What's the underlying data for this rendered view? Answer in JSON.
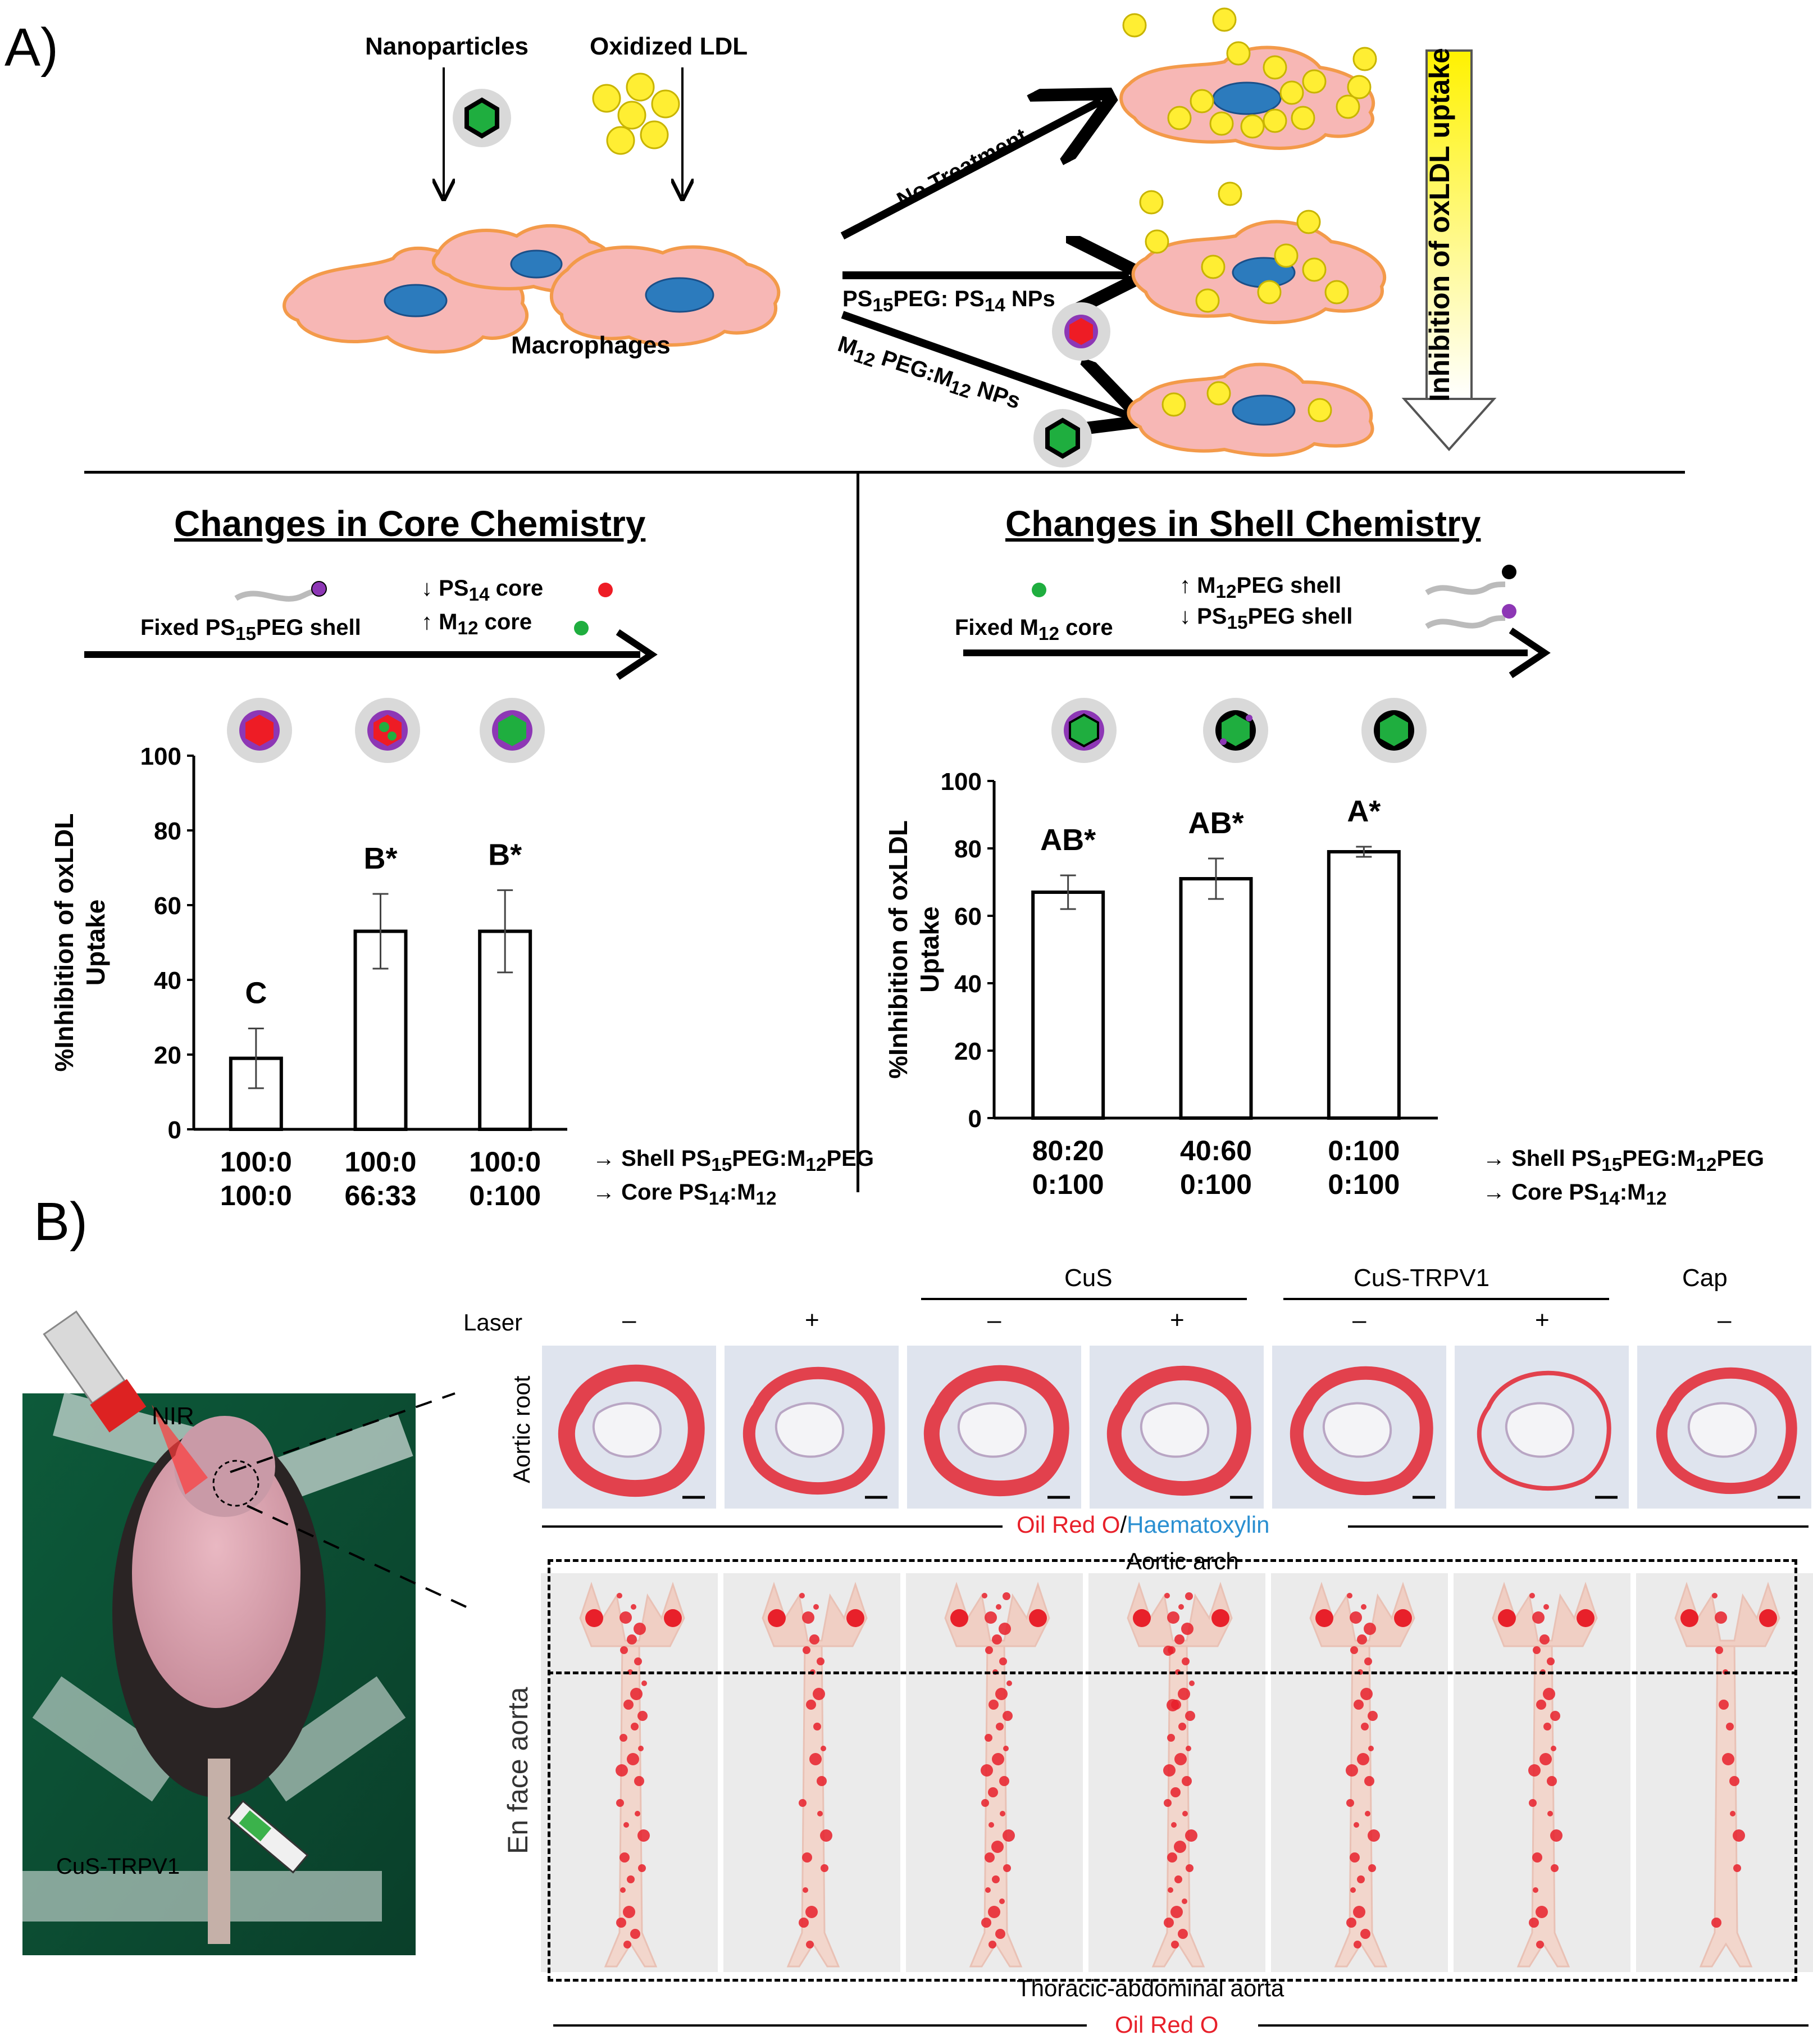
{
  "panel_a": {
    "label": "A)",
    "schematic": {
      "nanoparticles_label": "Nanoparticles",
      "oxldl_label": "Oxidized LDL",
      "macrophages_label": "Macrophages",
      "no_treatment_label": "No Treatment",
      "ps_label": "PS",
      "ps_sub1": "15",
      "ps_mid": "PEG: PS",
      "ps_sub2": "14",
      "ps_tail": " NPs",
      "m_label": "M",
      "m_sub1": "12",
      "m_mid": " PEG:M",
      "m_sub2": "12",
      "m_tail": " NPs",
      "inhibition_label": "Inhibition of oxLDL uptake"
    },
    "core_section": {
      "heading": "Changes in Core Chemistry",
      "fixed_label": "Fixed PS",
      "fixed_sub": "15",
      "fixed_tail": "PEG shell",
      "down_label": "↓ PS",
      "down_sub": "14",
      "down_tail": " core",
      "up_label": "↑ M",
      "up_sub": "12",
      "up_tail": " core"
    },
    "shell_section": {
      "heading": "Changes in Shell Chemistry",
      "fixed_label": "Fixed M",
      "fixed_sub": "12",
      "fixed_tail": " core",
      "up_label": "↑ M",
      "up_sub": "12",
      "up_tail": "PEG shell",
      "down_label": "↓ PS",
      "down_sub": "15",
      "down_tail": "PEG shell"
    },
    "row_labels": {
      "shell_prefix": "Shell  PS",
      "shell_sub1": "15",
      "shell_mid": "PEG:M",
      "shell_sub2": "12",
      "shell_tail": "PEG",
      "core_prefix": "Core  PS",
      "core_sub1": "14",
      "core_mid": ":M",
      "core_sub2": "12"
    }
  },
  "chart_data": [
    {
      "type": "bar",
      "title": "Changes in Core Chemistry",
      "ylabel_line1": "%Inhibition of oxLDL",
      "ylabel_line2": "Uptake",
      "ylim": [
        0,
        100
      ],
      "yticks": [
        "0",
        "20",
        "40",
        "60",
        "80",
        "100"
      ],
      "categories": [
        {
          "shell": "100:0",
          "core": "100:0"
        },
        {
          "shell": "100:0",
          "core": "66:33"
        },
        {
          "shell": "100:0",
          "core": "0:100"
        }
      ],
      "values": [
        19,
        53,
        53
      ],
      "errors": [
        8,
        10,
        11
      ],
      "significance": [
        "C",
        "B*",
        "B*"
      ]
    },
    {
      "type": "bar",
      "title": "Changes in Shell Chemistry",
      "ylabel_line1": "%Inhibition of oxLDL",
      "ylabel_line2": "Uptake",
      "ylim": [
        0,
        100
      ],
      "yticks": [
        "0",
        "20",
        "40",
        "60",
        "80",
        "100"
      ],
      "categories": [
        {
          "shell": "80:20",
          "core": "0:100"
        },
        {
          "shell": "40:60",
          "core": "0:100"
        },
        {
          "shell": "0:100",
          "core": "0:100"
        }
      ],
      "values": [
        67,
        71,
        79
      ],
      "errors": [
        5,
        6,
        1.5
      ],
      "significance": [
        "AB*",
        "AB*",
        "A*"
      ]
    }
  ],
  "panel_b": {
    "label": "B)",
    "photo": {
      "nir_label": "NIR",
      "syringe_label": "CuS-TRPV1"
    },
    "group_headers": [
      "CuS",
      "CuS-TRPV1",
      "Cap"
    ],
    "laser_label": "Laser",
    "laser_states": [
      "–",
      "+",
      "–",
      "+",
      "–",
      "+",
      "–"
    ],
    "aortic_root_label": "Aortic root",
    "stain_oil_red": "Oil Red O",
    "stain_sep": "/",
    "stain_haem": "Haematoxylin",
    "aortic_arch_label": "Aortic arch",
    "en_face_label": "En face aorta",
    "thoracic_label": "Thoracic-abdominal aorta",
    "oil_red_bottom": "Oil Red O",
    "colors": {
      "oil_red": "#e8202a",
      "haematoxylin": "#2a8fd1"
    }
  }
}
